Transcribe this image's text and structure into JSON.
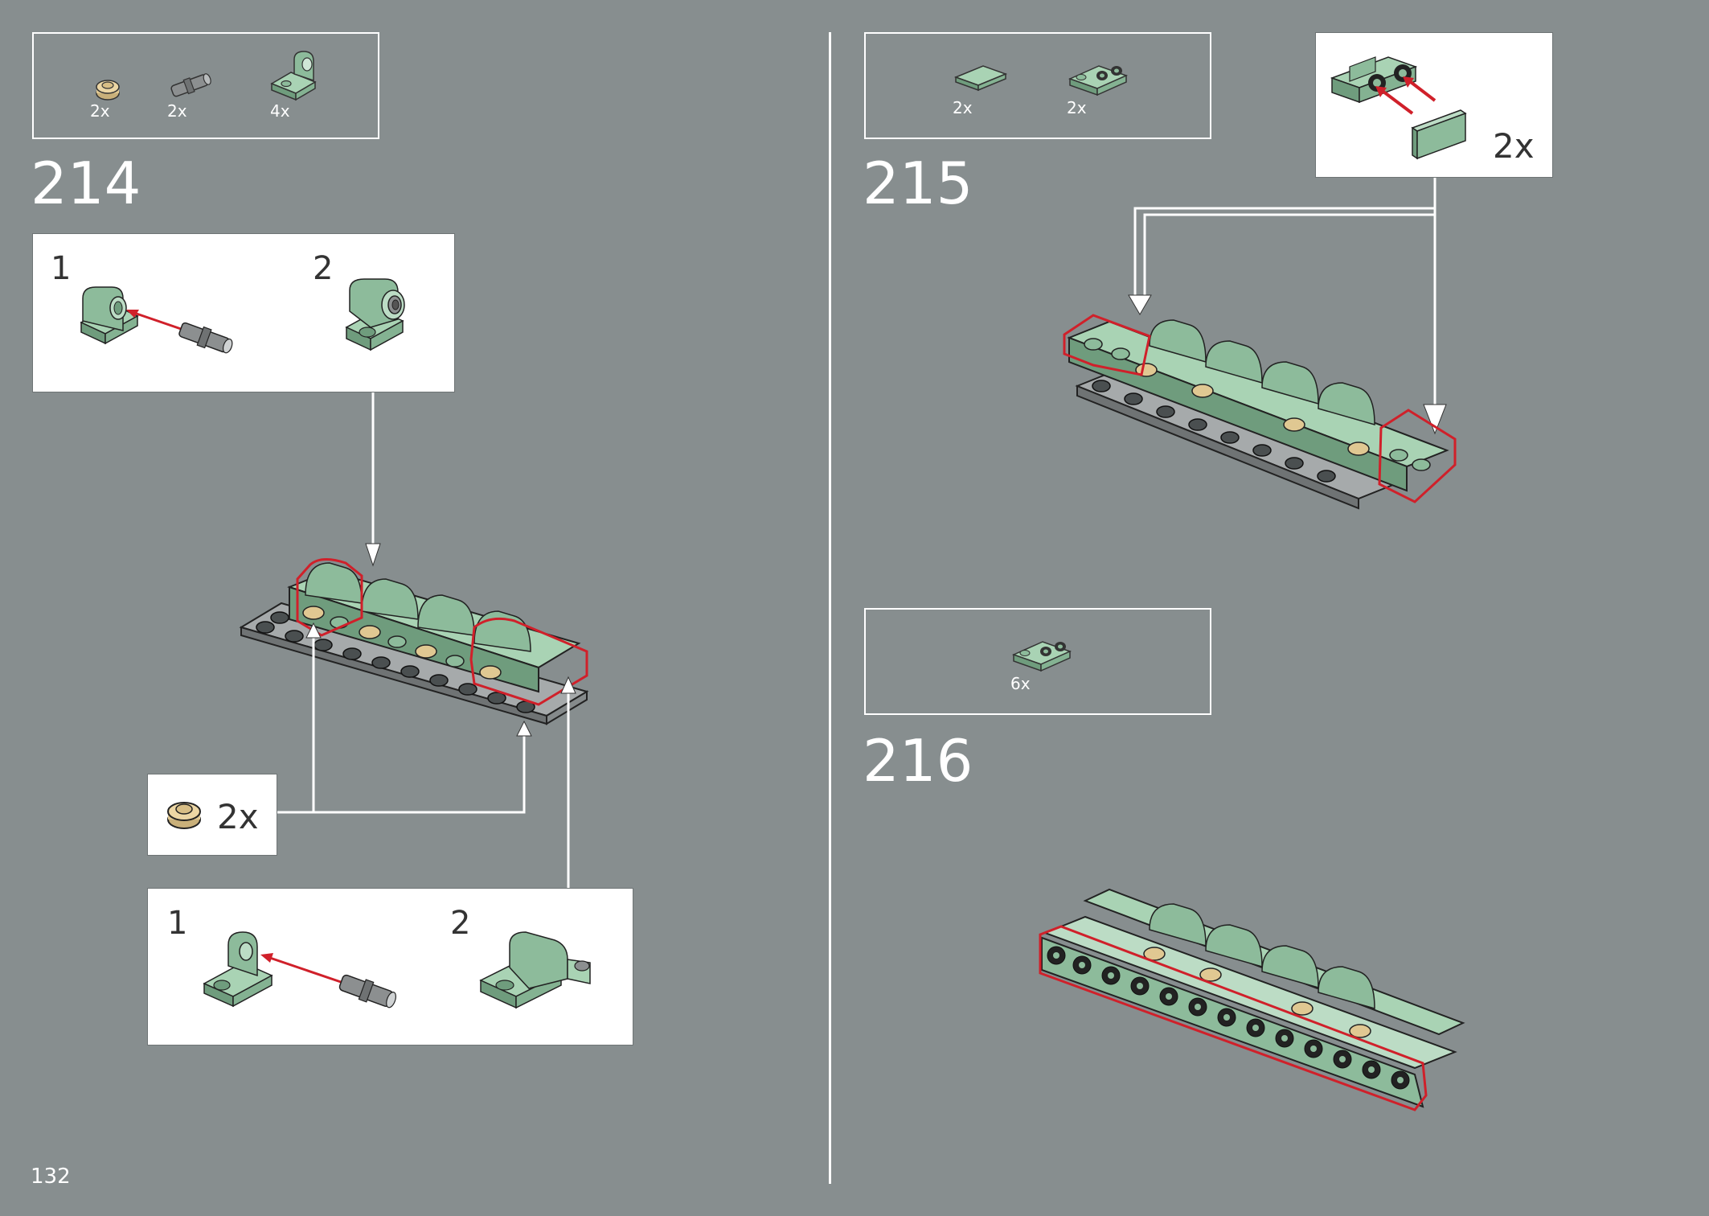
{
  "page_number": "132",
  "colors": {
    "background": "#878e8f",
    "sand_green": "#8dbb9b",
    "tan": "#e0c892",
    "dark_gray": "#555b5c",
    "highlight_red": "#d0202a"
  },
  "step214": {
    "number": "214",
    "parts": [
      {
        "icon": "tan-round-plate-icon",
        "qty": "2x"
      },
      {
        "icon": "gray-pin-icon",
        "qty": "2x"
      },
      {
        "icon": "sand-green-bracket-icon",
        "qty": "4x"
      }
    ],
    "callout_top": {
      "sub1": "1",
      "sub2": "2"
    },
    "callout_mid": {
      "qty": "2x"
    },
    "callout_bottom": {
      "sub1": "1",
      "sub2": "2"
    }
  },
  "step215": {
    "number": "215",
    "parts": [
      {
        "icon": "sand-green-tile-icon",
        "qty": "2x"
      },
      {
        "icon": "sand-green-bracket-icon",
        "qty": "2x"
      }
    ],
    "callout": {
      "qty": "2x"
    }
  },
  "step216": {
    "number": "216",
    "parts": [
      {
        "icon": "sand-green-bracket-icon",
        "qty": "6x"
      }
    ]
  }
}
